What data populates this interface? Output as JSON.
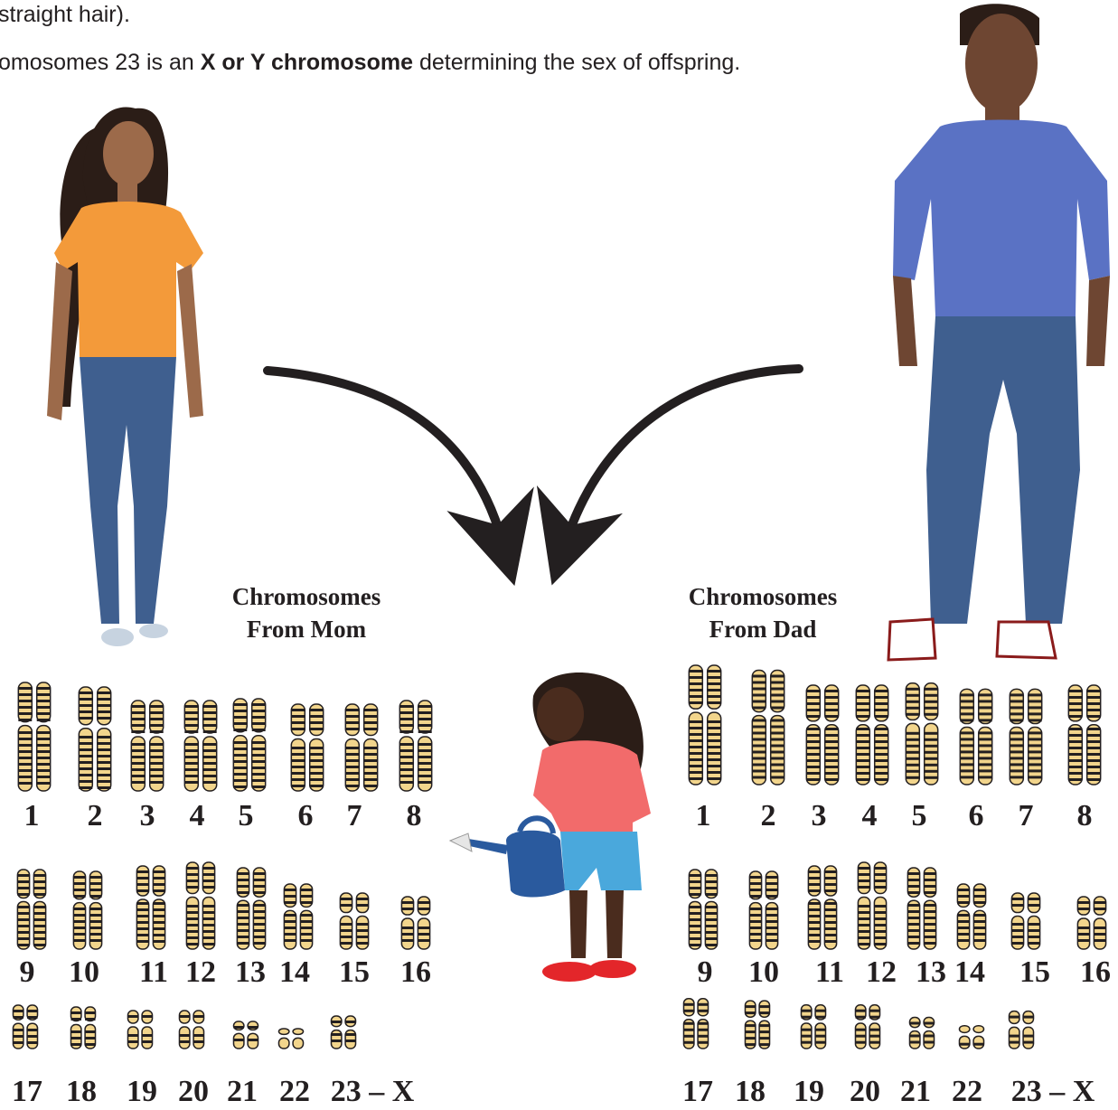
{
  "intro": {
    "line1": "straight hair).",
    "line2_prefix": "omosomes 23 is an ",
    "line2_bold": "X or Y chromosome",
    "line2_suffix": " determining the sex of offspring."
  },
  "mom": {
    "heading_line1": "Chromosomes",
    "heading_line2": "From Mom",
    "labels_row1": [
      "1",
      "2",
      "3",
      "4",
      "5",
      "6",
      "7",
      "8"
    ],
    "labels_row2": [
      "9",
      "10",
      "11",
      "12",
      "13",
      "14",
      "15",
      "16"
    ],
    "labels_row3": [
      "17",
      "18",
      "19",
      "20",
      "21",
      "22",
      "23 – X"
    ]
  },
  "dad": {
    "heading_line1": "Chromosomes",
    "heading_line2": "From Dad",
    "labels_row1": [
      "1",
      "2",
      "3",
      "4",
      "5",
      "6",
      "7",
      "8"
    ],
    "labels_row2": [
      "9",
      "10",
      "11",
      "12",
      "13",
      "14",
      "15",
      "16"
    ],
    "labels_row3": [
      "17",
      "18",
      "19",
      "20",
      "21",
      "22",
      "23 – X"
    ]
  },
  "colors": {
    "chromosome_fill": "#f2d58c",
    "chromosome_band": "#231f20",
    "arrow": "#231f20",
    "mom_shirt": "#f39a3a",
    "dad_shirt": "#5a72c4",
    "jeans": "#3f5f8f",
    "girl_shirt": "#f26b6b",
    "girl_shorts": "#4aa8dc",
    "watering_can": "#2a5a9e"
  }
}
